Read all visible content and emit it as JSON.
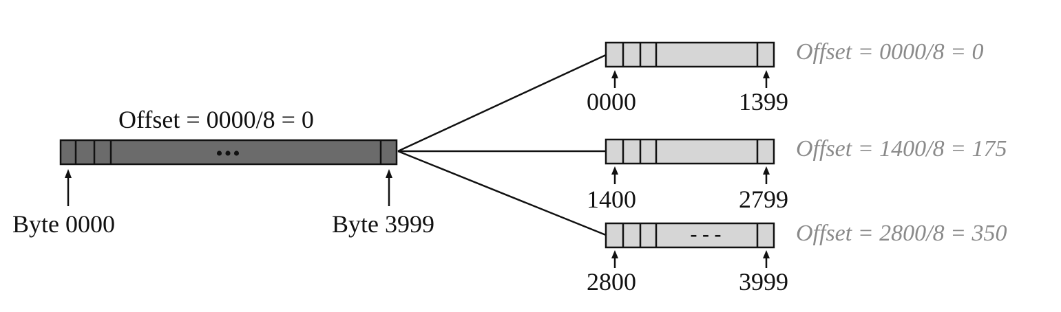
{
  "original": {
    "offset_label": "Offset = 0000/8 = 0",
    "ellipsis": "•••",
    "start_label": "Byte 0000",
    "end_label": "Byte 3999"
  },
  "fragments": [
    {
      "offset_label": "Offset = 0000/8 = 0",
      "start": "0000",
      "end": "1399",
      "ellipsis": ""
    },
    {
      "offset_label": "Offset = 1400/8 = 175",
      "start": "1400",
      "end": "2799",
      "ellipsis": ""
    },
    {
      "offset_label": "Offset = 2800/8 = 350",
      "start": "2800",
      "end": "3999",
      "ellipsis": "- - -"
    }
  ],
  "colors": {
    "original_bar": "#6b6b6b",
    "fragment_bar": "#d6d6d6",
    "fragment_offset_text": "#8a8a8a"
  }
}
